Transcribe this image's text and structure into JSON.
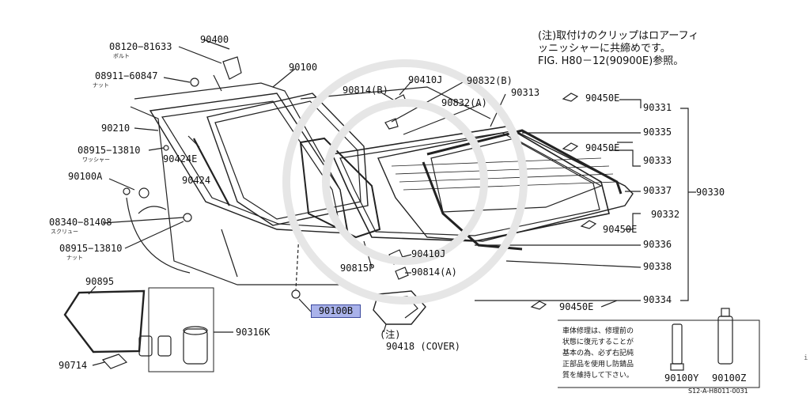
{
  "note": {
    "line1": "(注)取付けのクリップはロアーフィ",
    "line2": "ッニッシャーに共締めです。",
    "line3": "FIG. H80－12(90900E)参照。"
  },
  "labels": {
    "p08120": "08120−81633",
    "p08120_sub": "ボルト",
    "p90400": "90400",
    "p08911": "08911−60847",
    "p08911_sub": "ナット",
    "p90100": "90100",
    "p90814b": "90814(B)",
    "p90410j_top": "90410J",
    "p90832b": "90832(B)",
    "p90832a": "90832(A)",
    "p90313": "90313",
    "p90450e_1": "90450E",
    "p90331": "90331",
    "p90335": "90335",
    "p90450e_2": "90450E",
    "p90333": "90333",
    "p90337": "90337",
    "p90330": "90330",
    "p90332": "90332",
    "p90450e_3": "90450E",
    "p90336": "90336",
    "p90338": "90338",
    "p90334": "90334",
    "p90450e_4": "90450E",
    "p90210": "90210",
    "p08915_a": "08915−13810",
    "p08915_a_sub": "ワッシャー",
    "p90424e": "90424E",
    "p90424": "90424",
    "p90100a": "90100A",
    "p08340": "08340−81408",
    "p08340_sub": "スクリュー",
    "p08915_b": "08915−13810",
    "p08915_b_sub": "ナット",
    "p90815p": "90815P",
    "p90410j_low": "90410J",
    "p90814a": "90814(A)",
    "p90895": "90895",
    "p90316k": "90316K",
    "p90714": "90714",
    "p90100b": "90100B",
    "p_note": "(注)",
    "p90418": "90418 (COVER)",
    "p90100y": "90100Y",
    "p90100z": "90100Z"
  },
  "jp_box": {
    "text": "車体修理は、修理前の\n状態に復元することが\n基本の為、必ず右記純\n正部品を使用し防錆品\n質を維持して下さい。"
  },
  "ref_code": "S12-A-H8011-0031",
  "edge_mark": "i",
  "colors": {
    "highlight": "#a9b2ea",
    "ink": "#111111"
  }
}
